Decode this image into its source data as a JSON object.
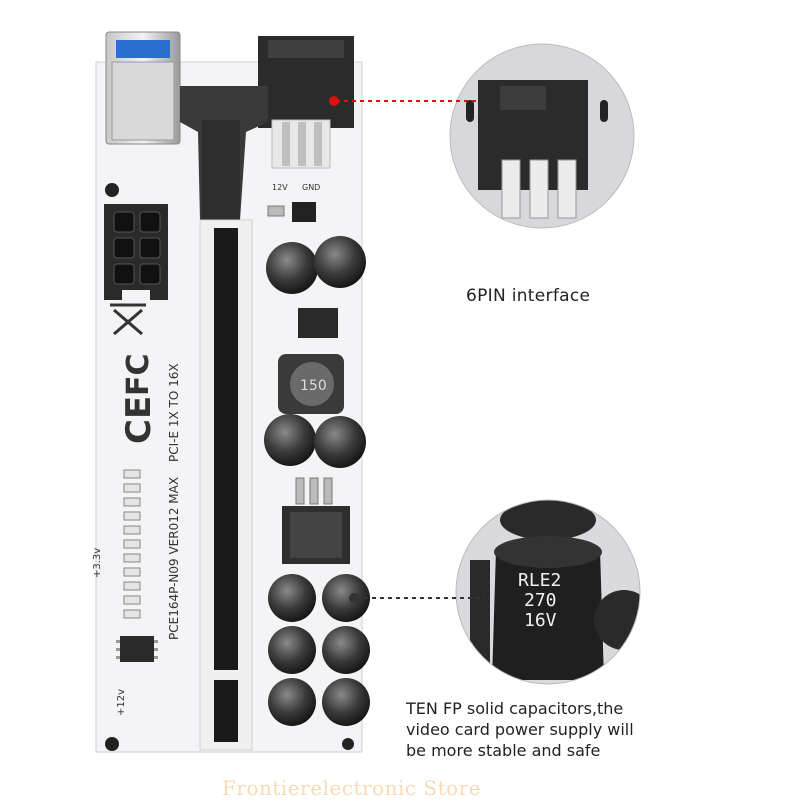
{
  "annotations": {
    "six_pin": "6PIN interface",
    "capacitors_line1": "TEN FP solid capacitors,the",
    "capacitors_line2": "video card power supply will",
    "capacitors_line3": "be more stable and safe"
  },
  "board": {
    "model_text": "PCE164P-N09  VER012 MAX",
    "bus_text": "PCI-E 1X TO 16X",
    "inductor_code": "150",
    "cap_code_lines": [
      "RLE2",
      "270",
      "16V"
    ],
    "rail_label": "+12v",
    "rail_label_2": "+3.3v",
    "connector_labels": [
      "12V",
      "GND"
    ]
  },
  "watermark": "Frontierelectronic Store"
}
